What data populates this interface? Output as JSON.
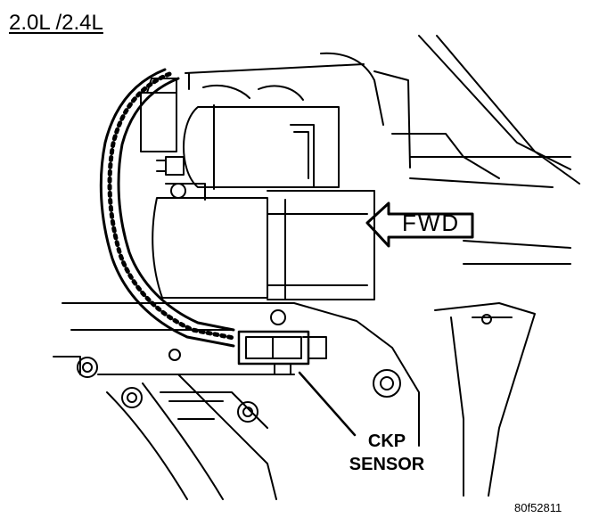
{
  "title": "2.0L /2.4L",
  "direction_label": "FWD",
  "callout": {
    "line1": "CKP",
    "line2": "SENSOR"
  },
  "figure_id": "80f52811",
  "colors": {
    "ink": "#000000",
    "paper": "#ffffff"
  }
}
